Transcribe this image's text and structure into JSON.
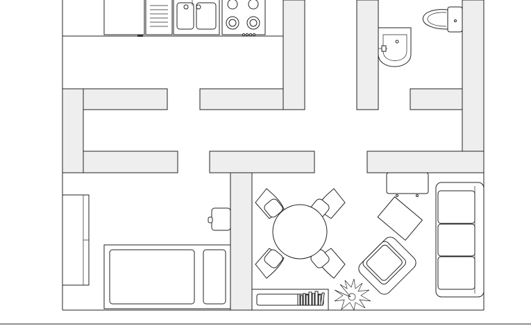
{
  "plan": {
    "line_color": "#222222",
    "wall_fill": "#eeeeee",
    "background": "#ffffff",
    "rooms": [
      "kitchen",
      "bathroom",
      "bedroom",
      "dining-area",
      "living-room"
    ],
    "fixtures": [
      "refrigerator-icon",
      "dishwasher-icon",
      "kitchen-sink-icon",
      "stove-icon",
      "toilet-icon",
      "bathroom-sink-icon",
      "wardrobe-icon",
      "bed-icon",
      "nightstand-icon",
      "dining-table-icon",
      "dining-chair-icon",
      "sideboard-icon",
      "bookshelf-icon",
      "potted-plant-icon",
      "sofa-icon",
      "armchair-icon",
      "coffee-table-icon",
      "tv-stand-icon"
    ]
  }
}
